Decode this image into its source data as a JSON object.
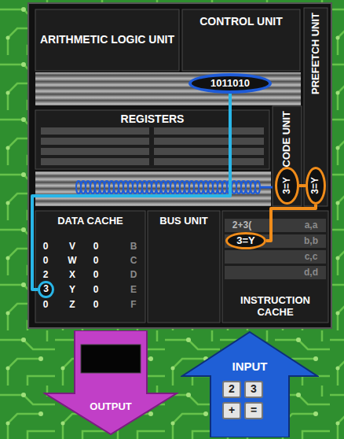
{
  "diagram": {
    "nodes": [
      {
        "text": [
          "ARITHMETIC LOGIC UNIT"
        ]
      },
      {
        "text": [
          "CONTROL UNIT"
        ]
      },
      {
        "text": [
          "1011010"
        ],
        "in": 1
      },
      {
        "text": [
          "PREFETCH UNIT"
        ]
      },
      {
        "text": [
          "3=Y"
        ],
        "in": 3
      },
      {
        "text": [
          "REGISTERS"
        ]
      },
      {
        "text": [
          "DECODE UNIT"
        ]
      },
      {
        "text": [
          "3=Y"
        ],
        "in": 6
      },
      {
        "text": [
          "DATA CACHE"
        ]
      },
      {
        "text": [
          "3"
        ],
        "in": 8
      },
      {
        "text": [
          "BUS UNIT"
        ]
      },
      {
        "text": [
          "INSTRUCTION CACHE"
        ]
      },
      {
        "text": [
          "3=Y"
        ],
        "in": 11
      },
      {
        "text": [
          "OUTPUT"
        ]
      },
      {
        "text": [
          "INPUT"
        ]
      },
      {
        "text": [
          "2"
        ],
        "in": 14
      },
      {
        "text": [
          "3"
        ],
        "in": 14
      },
      {
        "text": [
          "+"
        ],
        "in": 14
      },
      {
        "text": [
          "="
        ],
        "in": 14
      }
    ],
    "edges": [
      {
        "from": 2,
        "to": 9,
        "arrow": "none"
      },
      {
        "from": 12,
        "to": 4,
        "arrow": "none"
      },
      {
        "from": 4,
        "to": 7,
        "arrow": "none"
      }
    ],
    "labels": [
      "0",
      "V",
      "0",
      "B",
      "0",
      "W",
      "0",
      "C",
      "2",
      "X",
      "0",
      "D",
      "Y",
      "0",
      "E",
      "0",
      "Z",
      "0",
      "F",
      "2+3(",
      "a,a",
      "b,b",
      "c,c",
      "d,d"
    ]
  }
}
